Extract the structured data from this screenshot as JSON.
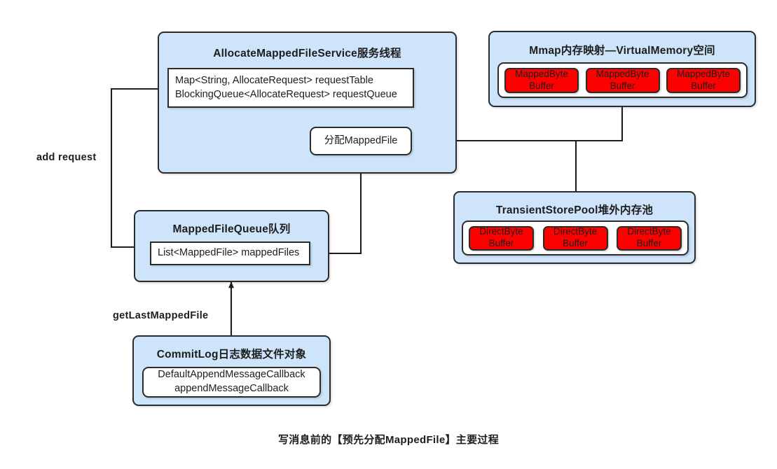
{
  "caption": "写消息前的【预先分配MappedFile】主要过程",
  "nodes": {
    "allocate_service": {
      "title": "AllocateMappedFileService服务线程",
      "request_box": {
        "line1": "Map<String, AllocateRequest> requestTable",
        "line2": "BlockingQueue<AllocateRequest> requestQueue"
      },
      "alloc_box": {
        "label": "分配MappedFile"
      }
    },
    "mmap": {
      "title": "Mmap内存映射—VirtualMemory空间",
      "buffers": [
        "MappedByte Buffer",
        "MappedByte Buffer",
        "MappedByte Buffer"
      ],
      "buffer_line1": "MappedByte",
      "buffer_line2": "Buffer"
    },
    "transient_pool": {
      "title": "TransientStorePool堆外内存池",
      "buffers": [
        "DirectByte Buffer",
        "DirectByte Buffer",
        "DirectByte Buffer"
      ],
      "buffer_line1": "DirectByte",
      "buffer_line2": "Buffer"
    },
    "mapped_file_queue": {
      "title": "MappedFileQueue队列",
      "list_box": {
        "label": "List<MappedFile> mappedFiles"
      }
    },
    "commit_log": {
      "title": "CommitLog日志数据文件对象",
      "callback_box": {
        "line1": "DefaultAppendMessageCallback",
        "line2": "appendMessageCallback"
      }
    }
  },
  "edges": [
    {
      "id": "add-request",
      "label": "add request"
    },
    {
      "id": "get-last-mapped-file",
      "label": "getLastMappedFile"
    }
  ],
  "colors": {
    "node_fill": "#cde4fb",
    "node_border": "#2b2b2b",
    "buffer_fill": "#fd0000",
    "inner_fill": "#ffffff",
    "text": "#1d1d1d",
    "page_bg": "#ffffff"
  }
}
